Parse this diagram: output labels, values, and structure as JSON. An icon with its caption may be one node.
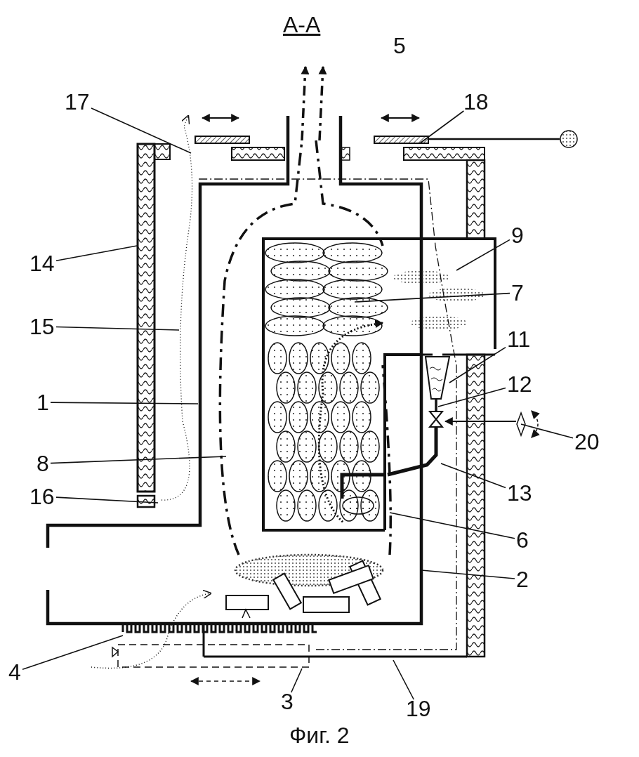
{
  "diagram": {
    "title": "A-A",
    "caption": "Фиг. 2",
    "nodes": [
      {
        "text": [
          "17"
        ]
      },
      {
        "text": [
          "18"
        ]
      },
      {
        "text": [
          "9"
        ]
      },
      {
        "text": [
          "14"
        ]
      },
      {
        "text": [
          "7"
        ]
      },
      {
        "text": [
          "15"
        ]
      },
      {
        "text": [
          "11"
        ]
      },
      {
        "text": [
          "12"
        ]
      },
      {
        "text": [
          "1"
        ]
      },
      {
        "text": [
          "20"
        ]
      },
      {
        "text": [
          "8"
        ]
      },
      {
        "text": [
          "13"
        ]
      },
      {
        "text": [
          "16"
        ]
      },
      {
        "text": [
          "6"
        ]
      },
      {
        "text": [
          "2"
        ]
      },
      {
        "text": [
          "4"
        ]
      },
      {
        "text": [
          "3"
        ]
      },
      {
        "text": [
          "19"
        ]
      }
    ],
    "edges": [
      {
        "from": 0,
        "to": null,
        "arrow": "none"
      },
      {
        "from": 1,
        "to": null,
        "arrow": "none"
      },
      {
        "from": 2,
        "to": null,
        "arrow": "none"
      },
      {
        "from": 3,
        "to": null,
        "arrow": "none"
      },
      {
        "from": 4,
        "to": null,
        "arrow": "none"
      },
      {
        "from": 5,
        "to": null,
        "arrow": "none"
      },
      {
        "from": 6,
        "to": null,
        "arrow": "none"
      },
      {
        "from": 7,
        "to": null,
        "arrow": "none"
      },
      {
        "from": 8,
        "to": null,
        "arrow": "none"
      },
      {
        "from": 9,
        "to": null,
        "arrow": "none"
      },
      {
        "from": 10,
        "to": null,
        "arrow": "none"
      },
      {
        "from": 11,
        "to": null,
        "arrow": "none"
      },
      {
        "from": 12,
        "to": null,
        "arrow": "none"
      },
      {
        "from": 13,
        "to": null,
        "arrow": "none"
      },
      {
        "from": 14,
        "to": null,
        "arrow": "none"
      },
      {
        "from": 15,
        "to": null,
        "arrow": "none"
      },
      {
        "from": 16,
        "to": null,
        "arrow": "none"
      },
      {
        "from": 17,
        "to": null,
        "arrow": "none"
      }
    ],
    "labels": [
      "5"
    ]
  }
}
